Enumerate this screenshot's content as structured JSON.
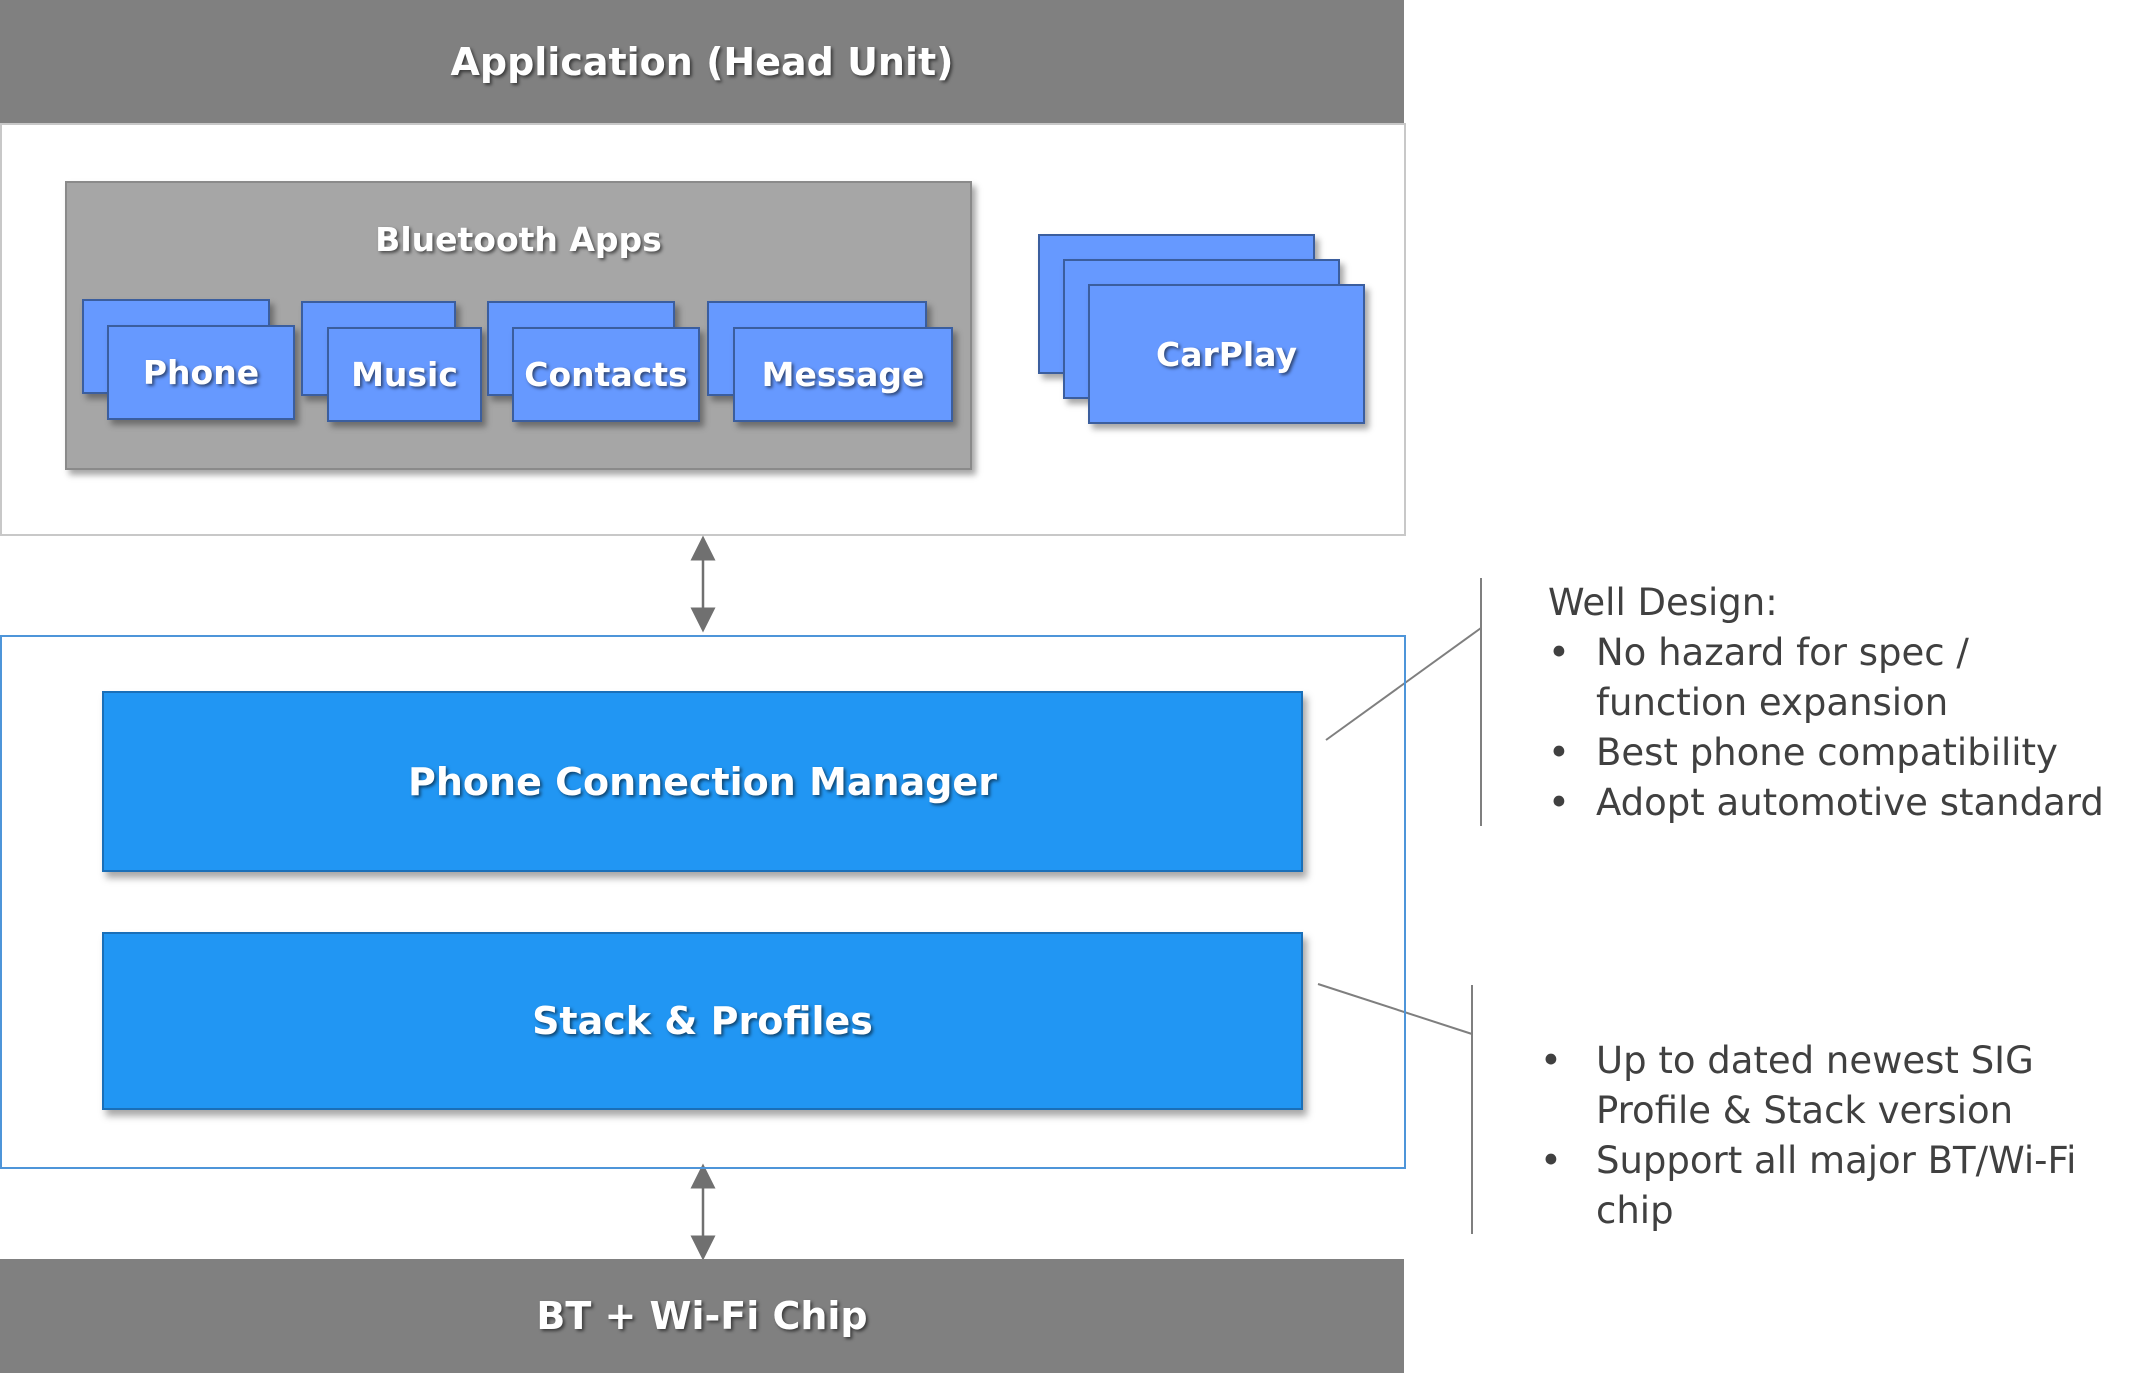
{
  "application": {
    "title": "Application (Head Unit)",
    "bluetooth_apps": {
      "title": "Bluetooth Apps",
      "apps": [
        "Phone",
        "Music",
        "Contacts",
        "Message"
      ]
    },
    "carplay_label": "CarPlay"
  },
  "middleware": {
    "connection_manager_label": "Phone Connection Manager",
    "stack_label": "Stack & Profiles"
  },
  "chip": {
    "title": "BT + Wi-Fi Chip"
  },
  "notes": {
    "design": {
      "heading": "Well Design:",
      "bullets": [
        "No hazard for spec / function expansion",
        "Best phone compatibility",
        "Adopt automotive standard"
      ]
    },
    "stack": {
      "bullets": [
        "Up to dated newest SIG Profile & Stack version",
        "Support all major BT/Wi-Fi chip"
      ]
    },
    "bullet_glyph": "•"
  },
  "colors": {
    "gray_bar": "#808080",
    "bt_apps_bg": "#a6a6a6",
    "app_card": "#6699ff",
    "layer_blue": "#2196f3",
    "frame_blue": "#4e95d9",
    "note_text": "#404040"
  }
}
